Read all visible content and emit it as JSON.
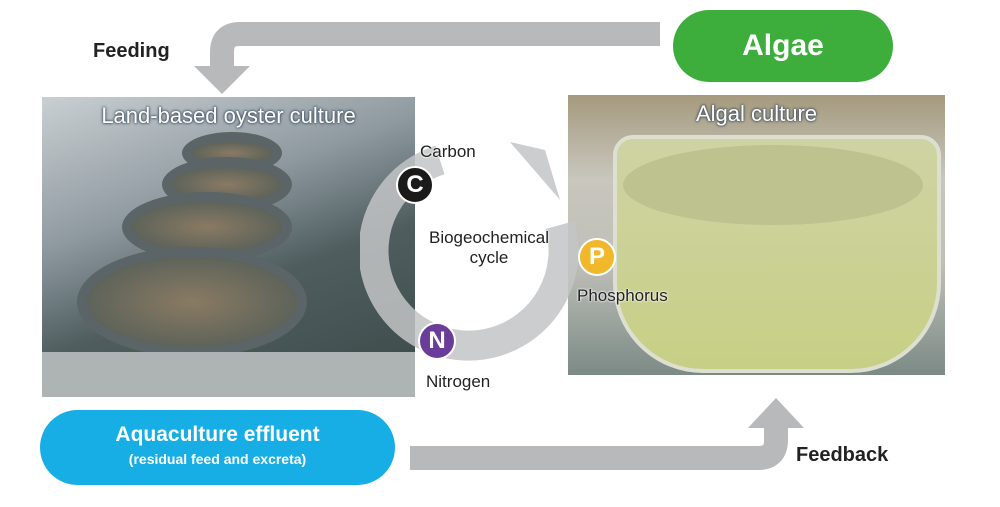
{
  "labels": {
    "feeding": "Feeding",
    "feedback": "Feedback"
  },
  "algae_box": {
    "label": "Algae",
    "color": "#3dae3c"
  },
  "effluent_box": {
    "title": "Aquaculture effluent",
    "subtitle": "(residual feed and excreta)",
    "color": "#17aee6"
  },
  "photos": {
    "oyster": "Land-based oyster culture",
    "algal": "Algal culture"
  },
  "cycle": {
    "title_line1": "Biogeochemical",
    "title_line2": "cycle",
    "elements": [
      {
        "symbol": "C",
        "name": "Carbon",
        "color": "#1a1a1a"
      },
      {
        "symbol": "P",
        "name": "Phosphorus",
        "color": "#f0b82a"
      },
      {
        "symbol": "N",
        "name": "Nitrogen",
        "color": "#6a3d9a"
      }
    ]
  }
}
